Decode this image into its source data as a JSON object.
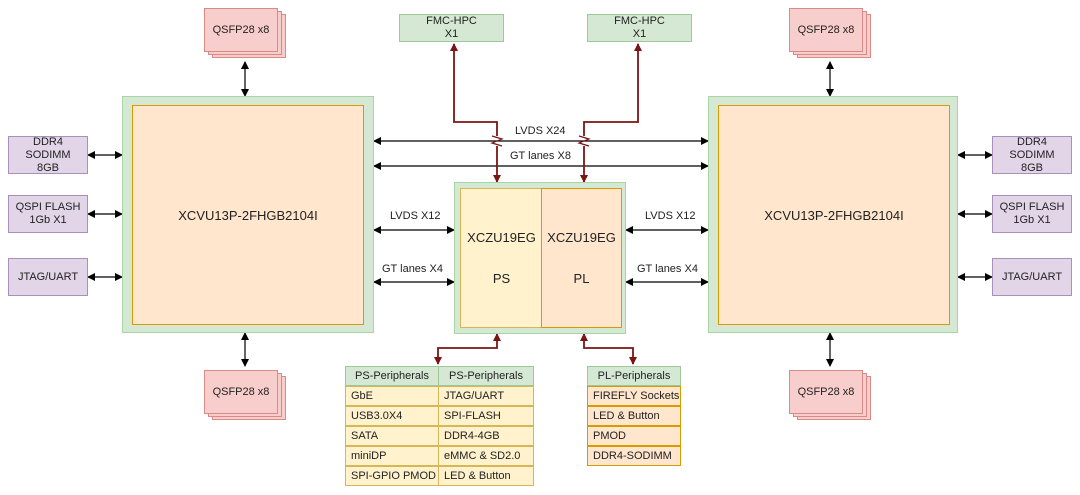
{
  "qsfp": {
    "tl": "QSFP28 x8",
    "tr": "QSFP28 x8",
    "bl": "QSFP28 x8",
    "br": "QSFP28 x8"
  },
  "fmc": {
    "left_l1": "FMC-HPC",
    "left_l2": "X1",
    "right_l1": "FMC-HPC",
    "right_l2": "X1"
  },
  "left_side": {
    "ddr_l1": "DDR4 SODIMM",
    "ddr_l2": "8GB",
    "qspi_l1": "QSPI FLASH",
    "qspi_l2": "1Gb X1",
    "jtag": "JTAG/UART"
  },
  "right_side": {
    "ddr_l1": "DDR4 SODIMM",
    "ddr_l2": "8GB",
    "qspi_l1": "QSPI FLASH",
    "qspi_l2": "1Gb X1",
    "jtag": "JTAG/UART"
  },
  "fpga": {
    "left": "XCVU13P-2FHGB2104I",
    "right": "XCVU13P-2FHGB2104I"
  },
  "zu": {
    "ps_name": "XCZU19EG",
    "ps_sub": "PS",
    "pl_name": "XCZU19EG",
    "pl_sub": "PL"
  },
  "links": {
    "lvds_top": "LVDS X24",
    "gt_top": "GT lanes X8",
    "lvds_left": "LVDS X12",
    "gt_left": "GT lanes X4",
    "lvds_right": "LVDS X12",
    "gt_right": "GT lanes X4"
  },
  "ps_table": {
    "headers": [
      "PS-Peripherals",
      "PS-Peripherals"
    ],
    "col1": [
      "GbE",
      "USB3.0X4",
      "SATA",
      "miniDP",
      "SPI-GPIO PMOD"
    ],
    "col2": [
      "JTAG/UART",
      "SPI-FLASH",
      "DDR4-4GB",
      "eMMC & SD2.0",
      "LED & Button"
    ]
  },
  "pl_table": {
    "header": "PL-Peripherals",
    "rows": [
      "FIREFLY Sockets",
      "LED & Button",
      "PMOD",
      "DDR4-SODIMM"
    ]
  },
  "colors": {
    "connector_dark_red": "#7b1414",
    "arrow_black": "#000000",
    "pink_fill": "#f8cecc",
    "green_fill": "#d5e8d4",
    "purple_fill": "#e1d5e7",
    "orange_fill": "#ffe6cc",
    "yellow_fill": "#fff2cc"
  }
}
